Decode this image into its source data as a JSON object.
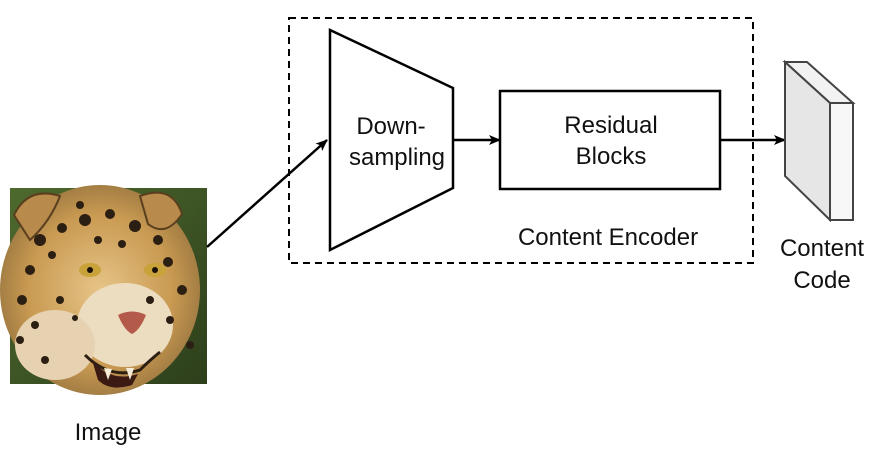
{
  "diagram": {
    "input_label": "Image",
    "downsampling_label": [
      "Down-",
      "sampling"
    ],
    "residual_label": [
      "Residual",
      "Blocks"
    ],
    "encoder_label": "Content Encoder",
    "output_label": [
      "Content",
      "Code"
    ]
  },
  "colors": {
    "stroke": "#000000",
    "text": "#111111",
    "code_front": "#e6e6e6",
    "code_side": "#f2f2f2",
    "code_edge": "#444444"
  },
  "icons": {
    "input_image": "jaguar-face-photo"
  }
}
